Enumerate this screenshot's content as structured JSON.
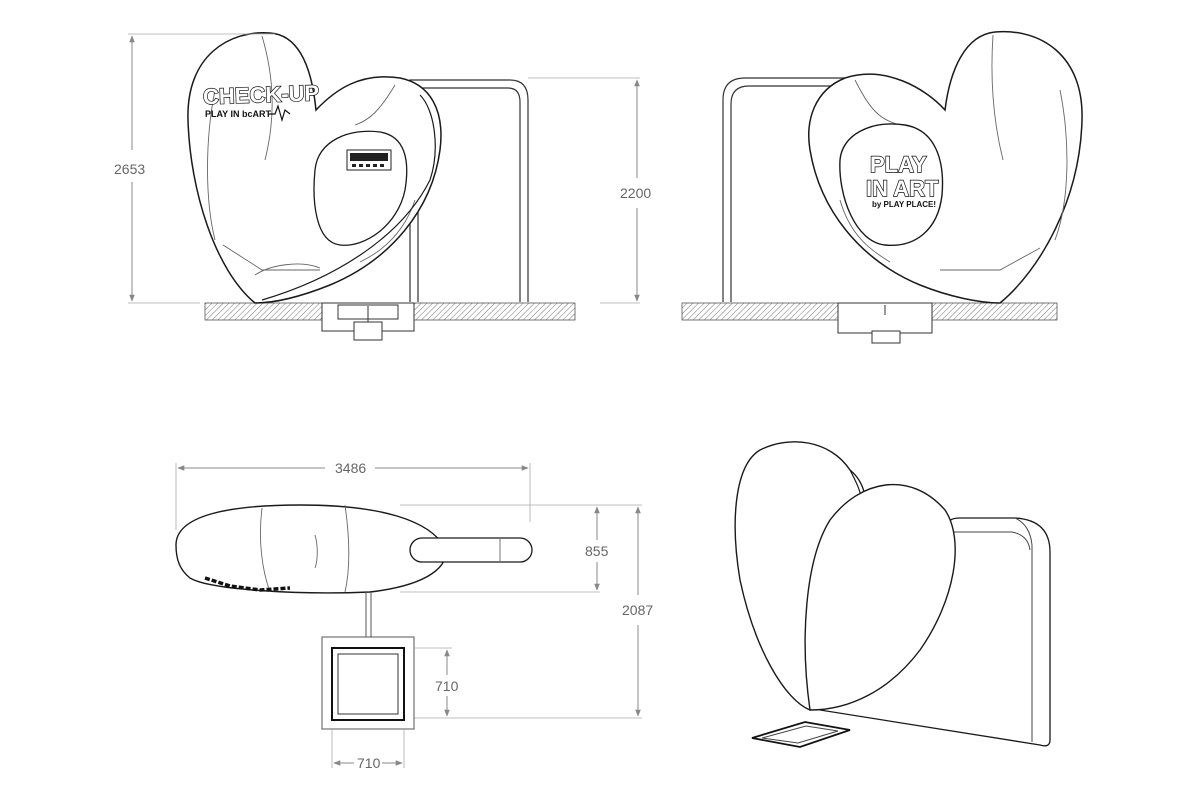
{
  "dimensions": {
    "front_height": "2653",
    "side_height": "2200",
    "top_width": "3486",
    "top_depth": "855",
    "top_total": "2087",
    "base_depth": "710",
    "base_width": "710"
  },
  "logo_front": {
    "title": "CHECK-UP",
    "subtitle": "PLAY IN bcART"
  },
  "logo_back": {
    "line1": "PLAY",
    "line2": "IN ART",
    "line3": "by PLAY PLACE!"
  },
  "colors": {
    "line": "#1a1a1a",
    "thin_line": "#555555",
    "dimension": "#888888",
    "ground_hatch": "#777777"
  }
}
